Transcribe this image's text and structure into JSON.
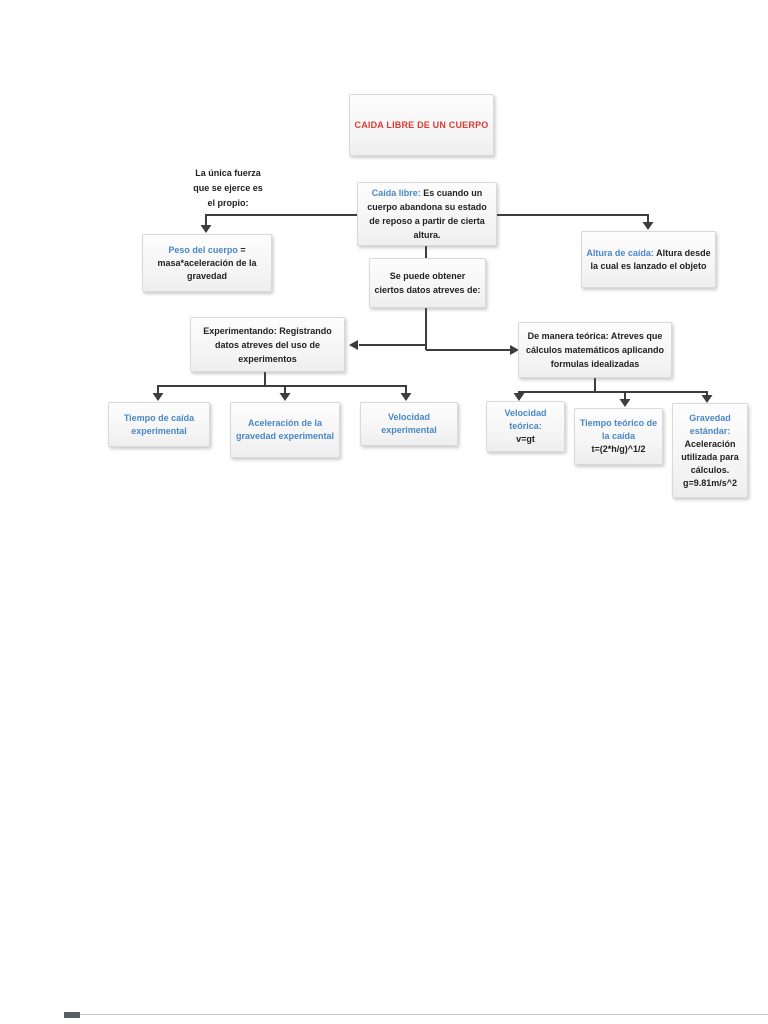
{
  "palette": {
    "red": "#df3b32",
    "blue": "#4a87c7",
    "ink": "#222222",
    "line": "#3d3d3d"
  },
  "nodes": {
    "title": {
      "text": "CAIDA LIBRE DE UN CUERPO"
    },
    "side_note": {
      "lines": [
        "La única fuerza",
        "que se ejerce es",
        "el propio:"
      ]
    },
    "caida_libre": {
      "lead": "Caída libre:",
      "body": " Es cuando un cuerpo abandona su estado de reposo a partir de cierta altura."
    },
    "peso": {
      "lead": "Peso del cuerpo",
      "body": "= masa*aceleración de la gravedad"
    },
    "altura": {
      "lead": "Altura de caída:",
      "body": " Altura desde la cual es lanzado el objeto"
    },
    "se_puede": {
      "body": "Se puede obtener ciertos datos atreves de:"
    },
    "experimentando": {
      "body": "Experimentando: Registrando datos atreves del uso de experimentos"
    },
    "teorica": {
      "body": "De manera teórica: Atreves que cálculos matemáticos aplicando formulas idealizadas"
    },
    "tiempo_exp": {
      "lead": "Tiempo de caída experimental"
    },
    "acel_exp": {
      "lead": "Aceleración de la gravedad experimental"
    },
    "vel_exp": {
      "lead": "Velocidad experimental"
    },
    "vel_teo": {
      "lead": "Velocidad teórica:",
      "body": "v=gt"
    },
    "tiempo_teo": {
      "lead": "Tiempo teórico de la caída",
      "body": "t=(2*h/g)^1/2"
    },
    "gravedad": {
      "lead": "Gravedad estándar:",
      "body": "Aceleración utilizada para cálculos. g=9.81m/s^2"
    }
  }
}
